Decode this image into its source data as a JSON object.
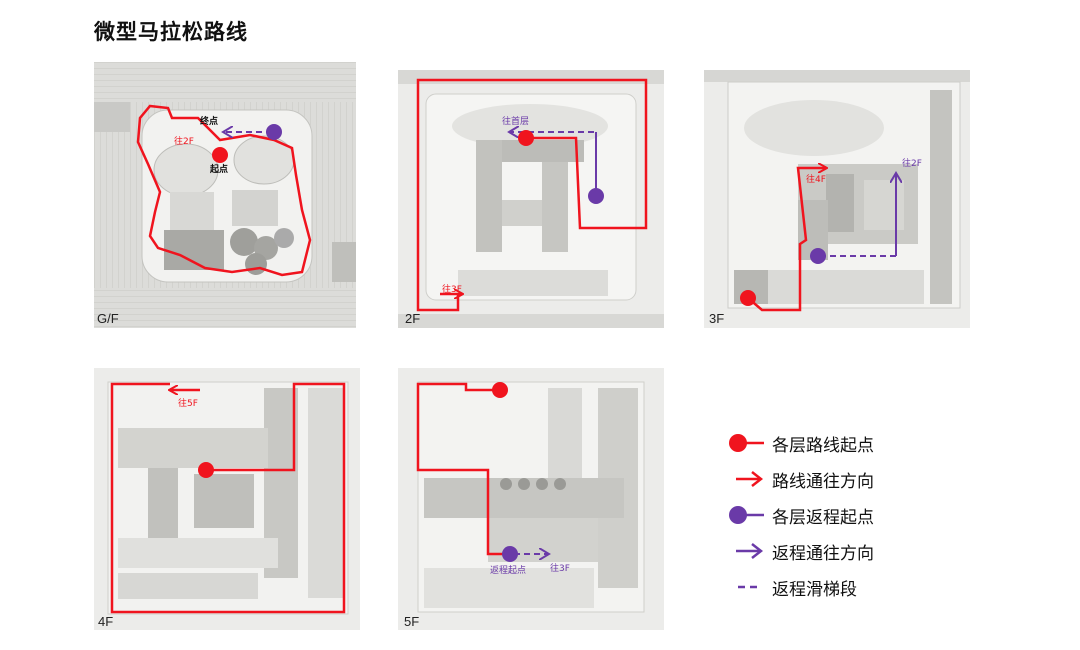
{
  "title": "微型马拉松路线",
  "colors": {
    "route": "#f0141e",
    "return": "#6a3aa8",
    "plan_bg": "#e7e7e5",
    "plan_light": "#f4f4f2",
    "plan_mid": "#d2d2cf",
    "plan_dark": "#b8b8b4"
  },
  "plans": [
    {
      "label": "G/F",
      "texts": {
        "start": "起点",
        "end": "终点",
        "to_next": "往2F"
      }
    },
    {
      "label": "2F",
      "texts": {
        "to_ground": "往首层",
        "to_next": "往3F"
      }
    },
    {
      "label": "3F",
      "texts": {
        "to_next": "往4F",
        "to_return": "往2F"
      }
    },
    {
      "label": "4F",
      "texts": {
        "to_next": "往5F"
      }
    },
    {
      "label": "5F",
      "texts": {
        "return_start": "返程起点",
        "to_return": "往3F"
      }
    }
  ],
  "legend": [
    {
      "icon": "red-dot-icon",
      "label": "各层路线起点"
    },
    {
      "icon": "red-arrow-icon",
      "label": "路线通往方向"
    },
    {
      "icon": "purple-dot-icon",
      "label": "各层返程起点"
    },
    {
      "icon": "purple-arrow-icon",
      "label": "返程通往方向"
    },
    {
      "icon": "purple-dash-icon",
      "label": "返程滑梯段"
    }
  ]
}
